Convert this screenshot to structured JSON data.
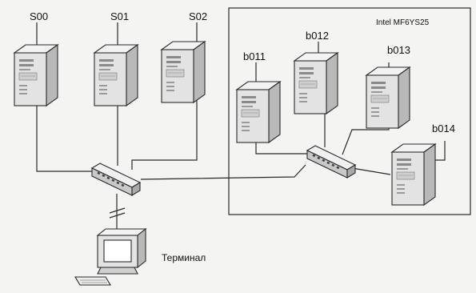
{
  "cluster": {
    "label": "Intel MF6YS25"
  },
  "servers": [
    {
      "id": "s00",
      "label": "S00"
    },
    {
      "id": "s01",
      "label": "S01"
    },
    {
      "id": "s02",
      "label": "S02"
    }
  ],
  "cluster_nodes": [
    {
      "id": "b011",
      "label": "b011"
    },
    {
      "id": "b012",
      "label": "b012"
    },
    {
      "id": "b013",
      "label": "b013"
    },
    {
      "id": "b014",
      "label": "b014"
    }
  ],
  "terminal": {
    "label": "Терминал"
  },
  "colors": {
    "background": "#f4f4f2",
    "line": "#2a2a2a",
    "device_body": "#e2e2e2",
    "device_shade": "#b8b8b8",
    "device_top": "#f2f2f2"
  }
}
